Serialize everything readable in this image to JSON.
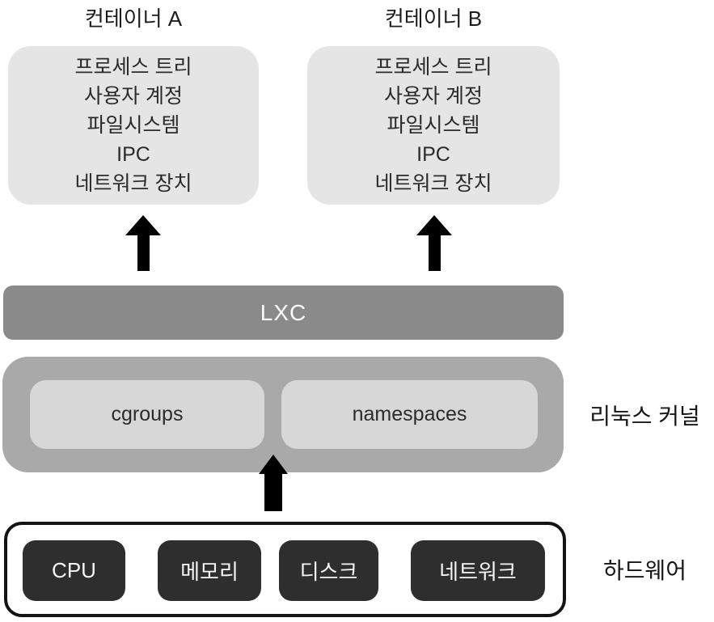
{
  "diagram": {
    "containers": [
      {
        "title": "컨테이너 A",
        "items": [
          "프로세스 트리",
          "사용자 계정",
          "파일시스템",
          "IPC",
          "네트워크 장치"
        ]
      },
      {
        "title": "컨테이너 B",
        "items": [
          "프로세스 트리",
          "사용자 계정",
          "파일시스템",
          "IPC",
          "네트워크 장치"
        ]
      }
    ],
    "lxc": {
      "label": "LXC"
    },
    "kernel": {
      "side_label": "리눅스 커널",
      "components": [
        {
          "label": "cgroups"
        },
        {
          "label": "namespaces"
        }
      ]
    },
    "hardware": {
      "side_label": "하드웨어",
      "components": [
        {
          "label": "CPU"
        },
        {
          "label": "메모리"
        },
        {
          "label": "디스크"
        },
        {
          "label": "네트워크"
        }
      ]
    },
    "icons": {
      "up_arrow": "css-triangle-up"
    },
    "colors": {
      "container_fill": "#e5e5e5",
      "lxc_fill": "#8a8a8a",
      "kernel_fill": "#a9a9a9",
      "kernel_inner_fill": "#d7d7d7",
      "hardware_border": "#141414",
      "hardware_chip_fill": "#2e2e2e",
      "arrow": "#000000",
      "text_dark": "#1c1c1c",
      "text_light": "#f5f5f5"
    }
  }
}
